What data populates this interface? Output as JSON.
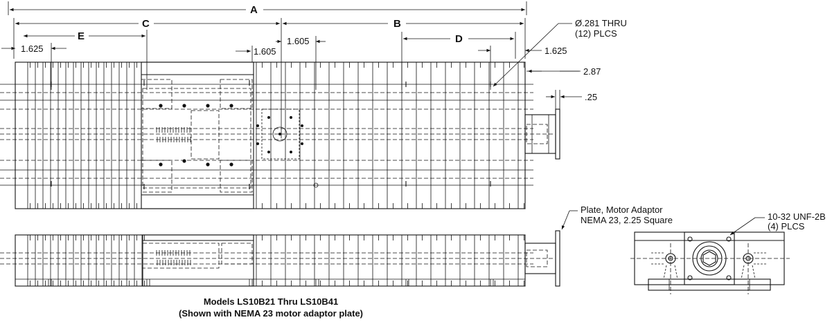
{
  "dimensions": {
    "A": "A",
    "B": "B",
    "C": "C",
    "D": "D",
    "E": "E",
    "left_1625": "1.625",
    "mid_1605_a": "1.605",
    "mid_1605_b": "1.605",
    "right_1625": "1.625",
    "dim_287": "2.87",
    "dim_25": ".25"
  },
  "callouts": {
    "thru_line1": "Ø.281 THRU",
    "thru_line2": "(12) PLCS",
    "plate_line1": "Plate, Motor Adaptor",
    "plate_line2": "NEMA 23, 2.25 Square",
    "unf_line1": "10-32 UNF-2B",
    "unf_line2": "(4) PLCS"
  },
  "caption": {
    "line1": "Models LS10B21 Thru LS10B41",
    "line2": "(Shown with NEMA 23 motor adaptor plate)"
  }
}
